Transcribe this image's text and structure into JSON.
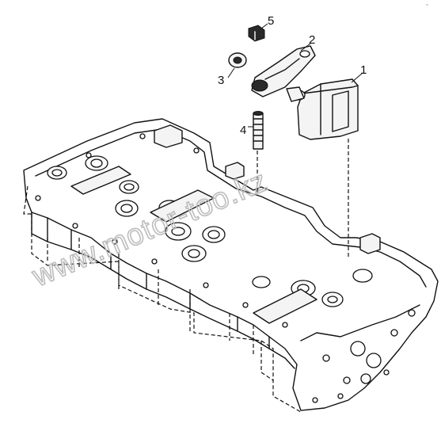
{
  "diagram": {
    "callouts": [
      {
        "id": "1",
        "label": "1"
      },
      {
        "id": "2",
        "label": "2"
      },
      {
        "id": "3",
        "label": "3"
      },
      {
        "id": "4",
        "label": "4"
      },
      {
        "id": "5",
        "label": "5"
      }
    ],
    "watermark": "www.motor-too.kz",
    "corner_mark": "~"
  }
}
